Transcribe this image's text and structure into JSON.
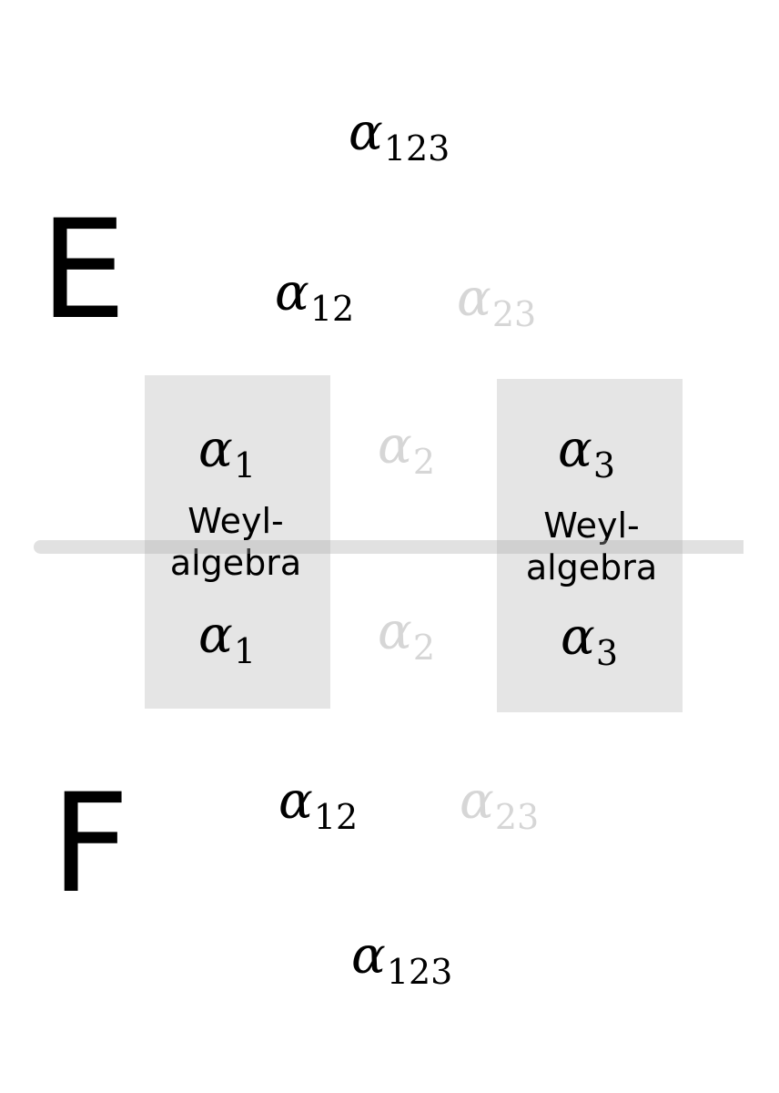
{
  "diagram": {
    "E_label": "E",
    "F_label": "F",
    "alpha": "α",
    "top": {
      "alpha123_sub": "123",
      "alpha12_sub": "12",
      "alpha23_sub": "23"
    },
    "middle": {
      "alpha1_sub": "1",
      "alpha2_sub": "2",
      "alpha3_sub": "3",
      "weyl_left": {
        "line1": "Weyl-",
        "line2": "algebra"
      },
      "weyl_right": {
        "line1": "Weyl-",
        "line2": "algebra"
      }
    },
    "bottom": {
      "alpha12_sub": "12",
      "alpha23_sub": "23",
      "alpha123_sub": "123"
    },
    "colors": {
      "box": "#e5e5e5",
      "faded_root": "#d6d6d6",
      "bar": "#cfcfcf"
    }
  }
}
